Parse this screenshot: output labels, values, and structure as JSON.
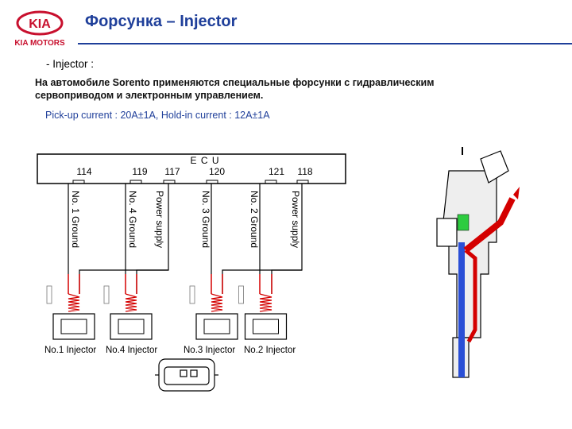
{
  "header": {
    "brand_text": "KIA MOTORS",
    "logo_text": "KIA",
    "title": "Форсунка – Injector"
  },
  "body": {
    "bullet": "- Injector :",
    "description_line1": "На автомобиле Sorento применяются специальные форсунки с гидравлическим",
    "description_line2": "сервоприводом и электронным управлением.",
    "current_spec": "Pick-up current : 20A±1A, Hold-in current : 12A±1A"
  },
  "ecu": {
    "label": "E C U",
    "pins": [
      "114",
      "119",
      "117",
      "120",
      "121",
      "118"
    ]
  },
  "wires": [
    "No. 1 Ground",
    "No. 4 Ground",
    "Power supply",
    "No. 3 Ground",
    "No. 2 Ground",
    "Power supply"
  ],
  "injectors": [
    "No.1 Injector",
    "No.4 Injector",
    "No.3 Injector",
    "No.2 Injector"
  ],
  "colors": {
    "title_blue": "#1f3f9a",
    "kia_red": "#c8102e",
    "wire_red": "#d40000",
    "injector_blue": "#2a4fd6",
    "injector_green": "#2ecc40"
  }
}
